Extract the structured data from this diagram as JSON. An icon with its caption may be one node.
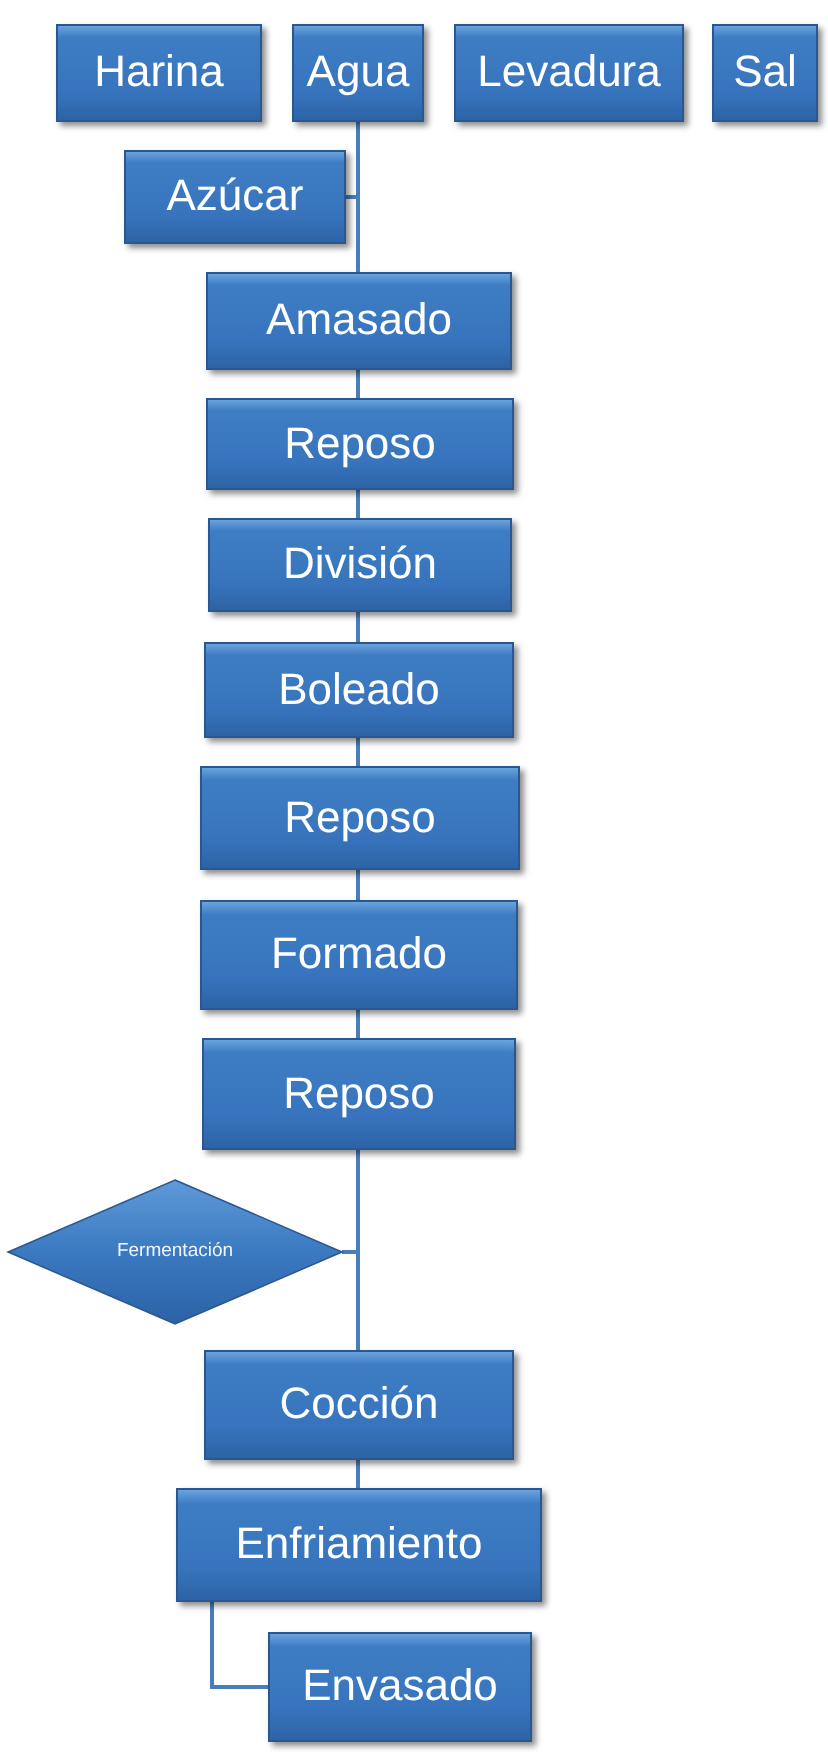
{
  "diagram": {
    "nodes": [
      {
        "text": [
          "Harina"
        ]
      },
      {
        "text": [
          "Agua"
        ]
      },
      {
        "text": [
          "Levadura"
        ]
      },
      {
        "text": [
          "Sal"
        ]
      },
      {
        "text": [
          "Azúcar"
        ]
      },
      {
        "text": [
          "Amasado"
        ]
      },
      {
        "text": [
          "Reposo"
        ]
      },
      {
        "text": [
          "División"
        ]
      },
      {
        "text": [
          "Boleado"
        ]
      },
      {
        "text": [
          "Reposo"
        ]
      },
      {
        "text": [
          "Formado"
        ]
      },
      {
        "text": [
          "Reposo"
        ]
      },
      {
        "text": [
          "Fermentación"
        ]
      },
      {
        "text": [
          "Cocción"
        ]
      },
      {
        "text": [
          "Enfriamiento"
        ]
      },
      {
        "text": [
          "Envasado"
        ]
      }
    ],
    "edges": [
      {
        "from": 1,
        "to": 5,
        "arrow": "none"
      },
      {
        "from": 4,
        "to": 5,
        "arrow": "none"
      },
      {
        "from": 5,
        "to": 6,
        "arrow": "none"
      },
      {
        "from": 6,
        "to": 7,
        "arrow": "none"
      },
      {
        "from": 7,
        "to": 8,
        "arrow": "none"
      },
      {
        "from": 8,
        "to": 9,
        "arrow": "none"
      },
      {
        "from": 9,
        "to": 10,
        "arrow": "none"
      },
      {
        "from": 10,
        "to": 11,
        "arrow": "none"
      },
      {
        "from": 11,
        "to": 13,
        "arrow": "none"
      },
      {
        "from": 12,
        "to": 13,
        "arrow": "none"
      },
      {
        "from": 13,
        "to": 14,
        "arrow": "none"
      },
      {
        "from": 14,
        "to": 15,
        "arrow": "none"
      }
    ]
  }
}
